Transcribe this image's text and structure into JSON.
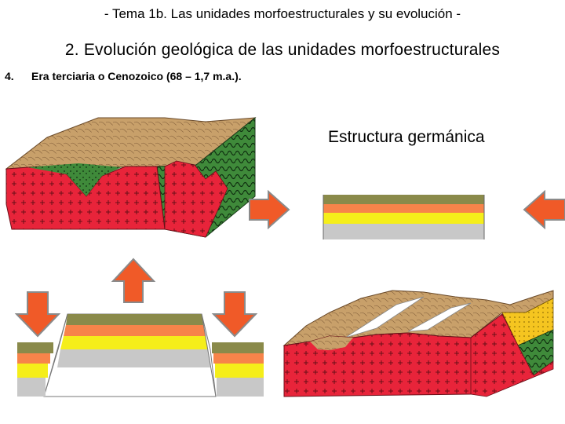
{
  "header": {
    "title": "- Tema 1b. Las unidades morfoestructurales y su evolución -"
  },
  "section": {
    "title": "2. Evolución geológica de las unidades morfoestructurales"
  },
  "item": {
    "number": "4.",
    "text": "Era terciaria o Cenozoico (68 – 1,7 m.a.)."
  },
  "diagram": {
    "structure_label": "Estructura germánica",
    "colors": {
      "granite_red": "#e8243a",
      "sediment_tan": "#c8a06a",
      "folded_green": "#3f8a3a",
      "olive_layer": "#8a8a4a",
      "orange_layer": "#f7844a",
      "yellow_layer": "#f5ee1a",
      "gray_layer": "#c8c8c8",
      "arrow_fill": "#f05a28"
    },
    "arrows": [
      {
        "name": "push-right",
        "direction": "right"
      },
      {
        "name": "push-left",
        "direction": "left"
      },
      {
        "name": "uplift",
        "direction": "up"
      },
      {
        "name": "subsidence-left",
        "direction": "down"
      },
      {
        "name": "subsidence-right",
        "direction": "down"
      }
    ]
  }
}
